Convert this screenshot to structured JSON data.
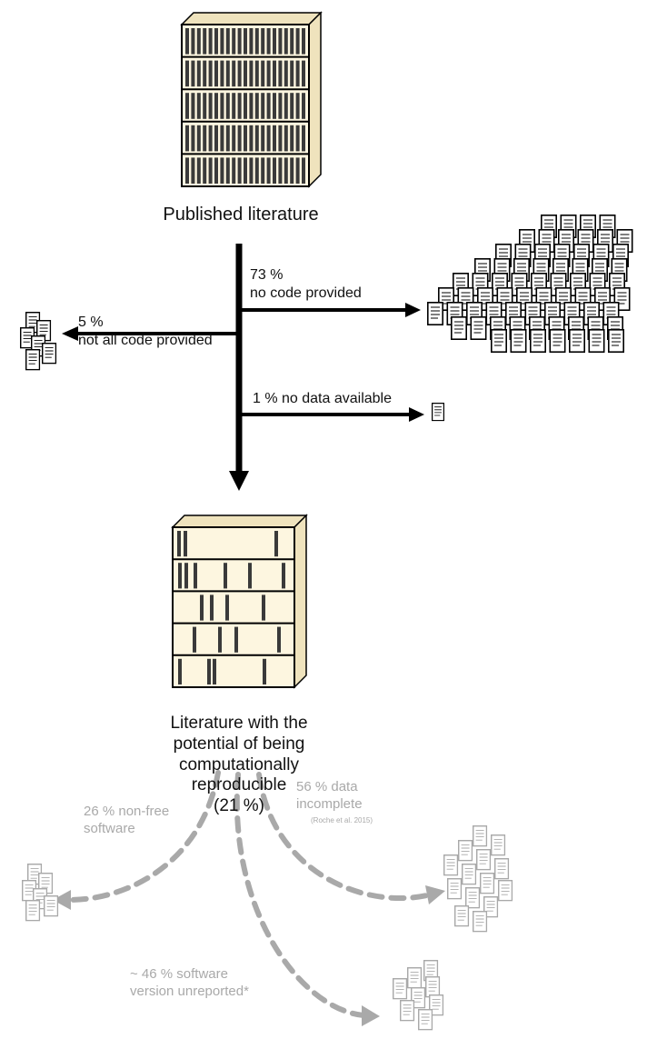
{
  "labels": {
    "published": "Published literature",
    "no_code": "73 %\nno code provided",
    "not_all_code": "5 %\nnot all code provided",
    "no_data": "1 % no data available",
    "potential": "Literature with the\npotential of being\ncomputationally\nreproducible\n(21 %)",
    "data_incomplete": "56 % data\nincomplete",
    "citation": "(Roche et al. 2015)",
    "non_free": "26 % non-free\nsoftware",
    "version_unreported": "~ 46 % software\nversion unreported*"
  },
  "colors": {
    "primary": "#000000",
    "muted": "#a9a9a9",
    "shelf_fill": "#fdf6e0",
    "shelf_side": "#efe3bd",
    "book": "#3a3a3a"
  },
  "icons": {
    "full_bookshelf": "bookshelf-full-icon",
    "sparse_bookshelf": "bookshelf-sparse-icon",
    "document": "document-icon"
  }
}
